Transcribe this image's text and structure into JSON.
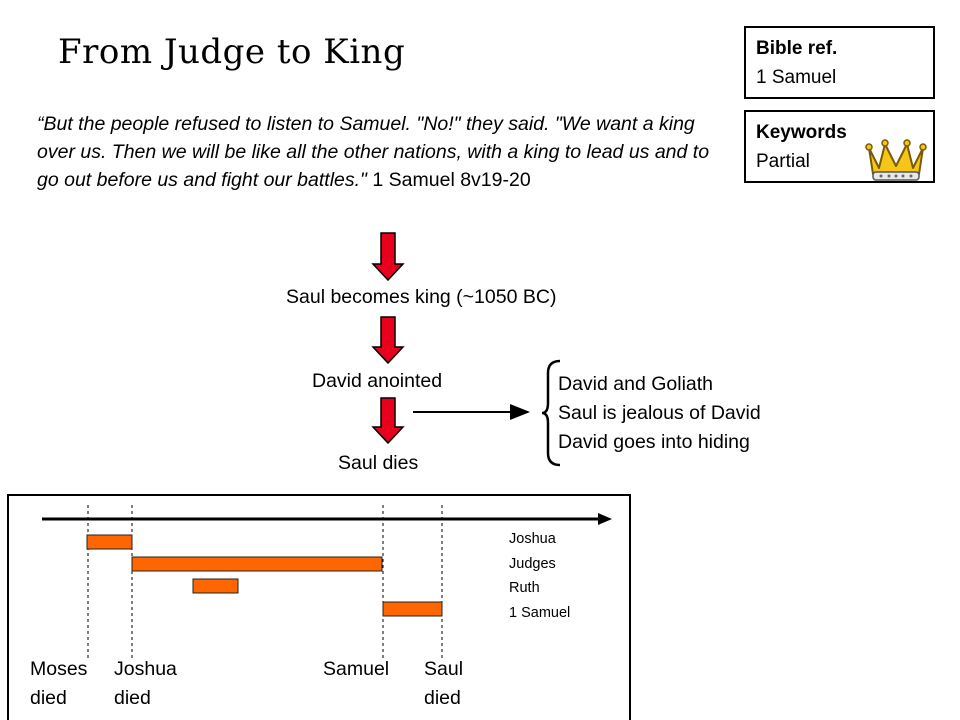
{
  "title": "From Judge to King",
  "bible_ref": {
    "header": "Bible ref.",
    "value": "1 Samuel"
  },
  "keywords": {
    "header": "Keywords",
    "value": "Partial"
  },
  "quote": {
    "text": "“But the people refused to listen to Samuel. \"No!\" they said. \"We want a king over us. Then we will be like all the other nations, with a king to lead us and to go out before us and fight our battles.\"",
    "reference": " 1 Samuel 8v19-20"
  },
  "flow": {
    "steps": [
      "Saul becomes king (~1050 BC)",
      "David anointed",
      "Saul dies"
    ]
  },
  "events": [
    "David and Goliath",
    "Saul is jealous of David",
    "David goes into hiding"
  ],
  "timeline": {
    "books": [
      "Joshua",
      "Judges",
      "Ruth",
      "1 Samuel"
    ],
    "labels": {
      "moses": [
        "Moses",
        "died"
      ],
      "joshua": [
        "Joshua",
        "died"
      ],
      "samuel": "Samuel",
      "saul": [
        "Saul",
        "died"
      ]
    }
  },
  "colors": {
    "arrow_red": "#e8001c",
    "bar_orange": "#ff6600",
    "crown_gold": "#f5c518"
  },
  "icons": [
    "down-arrow-icon",
    "right-arrow-icon",
    "crown-icon",
    "curly-brace-icon"
  ]
}
